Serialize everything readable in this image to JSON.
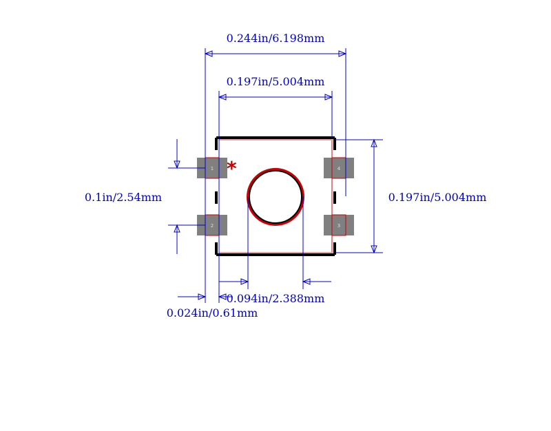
{
  "colors": {
    "dimension": "#0000cc",
    "pad_fill": "#808080",
    "pad_outline": "#cc0000",
    "pad_label": "#dddddd",
    "silkscreen": "#000000",
    "body_outline": "#cc0000",
    "pin1_marker": "#cc0000",
    "pink_edge": "#e8a0a0"
  },
  "dimensions": {
    "overall_width": "0.244in/6.198mm",
    "body_width": "0.197in/5.004mm",
    "pitch": "0.1in/2.54mm",
    "body_height": "0.197in/5.004mm",
    "hole_offset": "0.094in/2.388mm",
    "pad_width": "0.024in/0.61mm"
  },
  "pads": [
    {
      "label": "1"
    },
    {
      "label": "2"
    },
    {
      "label": "3"
    },
    {
      "label": "4"
    }
  ],
  "pin1_marker": "*"
}
